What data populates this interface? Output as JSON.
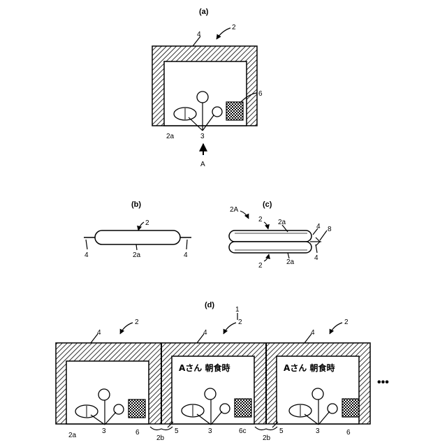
{
  "figure_a": {
    "caption": "(a)",
    "labels": {
      "ref_2": "2",
      "ref_4": "4",
      "ref_6": "6",
      "ref_2a": "2a",
      "ref_3": "3",
      "arrow_A": "A"
    }
  },
  "figure_b": {
    "caption": "(b)",
    "labels": {
      "ref_2": "2",
      "ref_4_left": "4",
      "ref_2a": "2a",
      "ref_4_right": "4"
    }
  },
  "figure_c": {
    "caption": "(c)",
    "labels": {
      "ref_2A": "2A",
      "ref_2_top": "2",
      "ref_2a_top": "2a",
      "ref_4_top": "4",
      "ref_8": "8",
      "ref_4_bottom": "4",
      "ref_2_bottom": "2",
      "ref_2a_bottom": "2a"
    }
  },
  "figure_d": {
    "caption": "(d)",
    "labels": {
      "ref_1": "1",
      "ref_2_left": "2",
      "ref_2_mid": "2",
      "ref_2_right": "2",
      "ref_4_left": "4",
      "ref_4_mid": "4",
      "ref_4_right": "4",
      "ref_2a": "2a",
      "ref_3_left": "3",
      "ref_6_left": "6",
      "ref_2b_left": "2b",
      "ref_5_left": "5",
      "ref_3_mid": "3",
      "ref_6c": "6c",
      "ref_2b_right": "2b",
      "ref_5_right": "5",
      "ref_3_right": "3",
      "ref_6_right": "6"
    },
    "print_text_mid": "Aさん 朝食時",
    "print_text_right": "Aさん 朝食時",
    "continuation": "•••"
  },
  "colors": {
    "ink": "#000000",
    "background": "#ffffff"
  }
}
